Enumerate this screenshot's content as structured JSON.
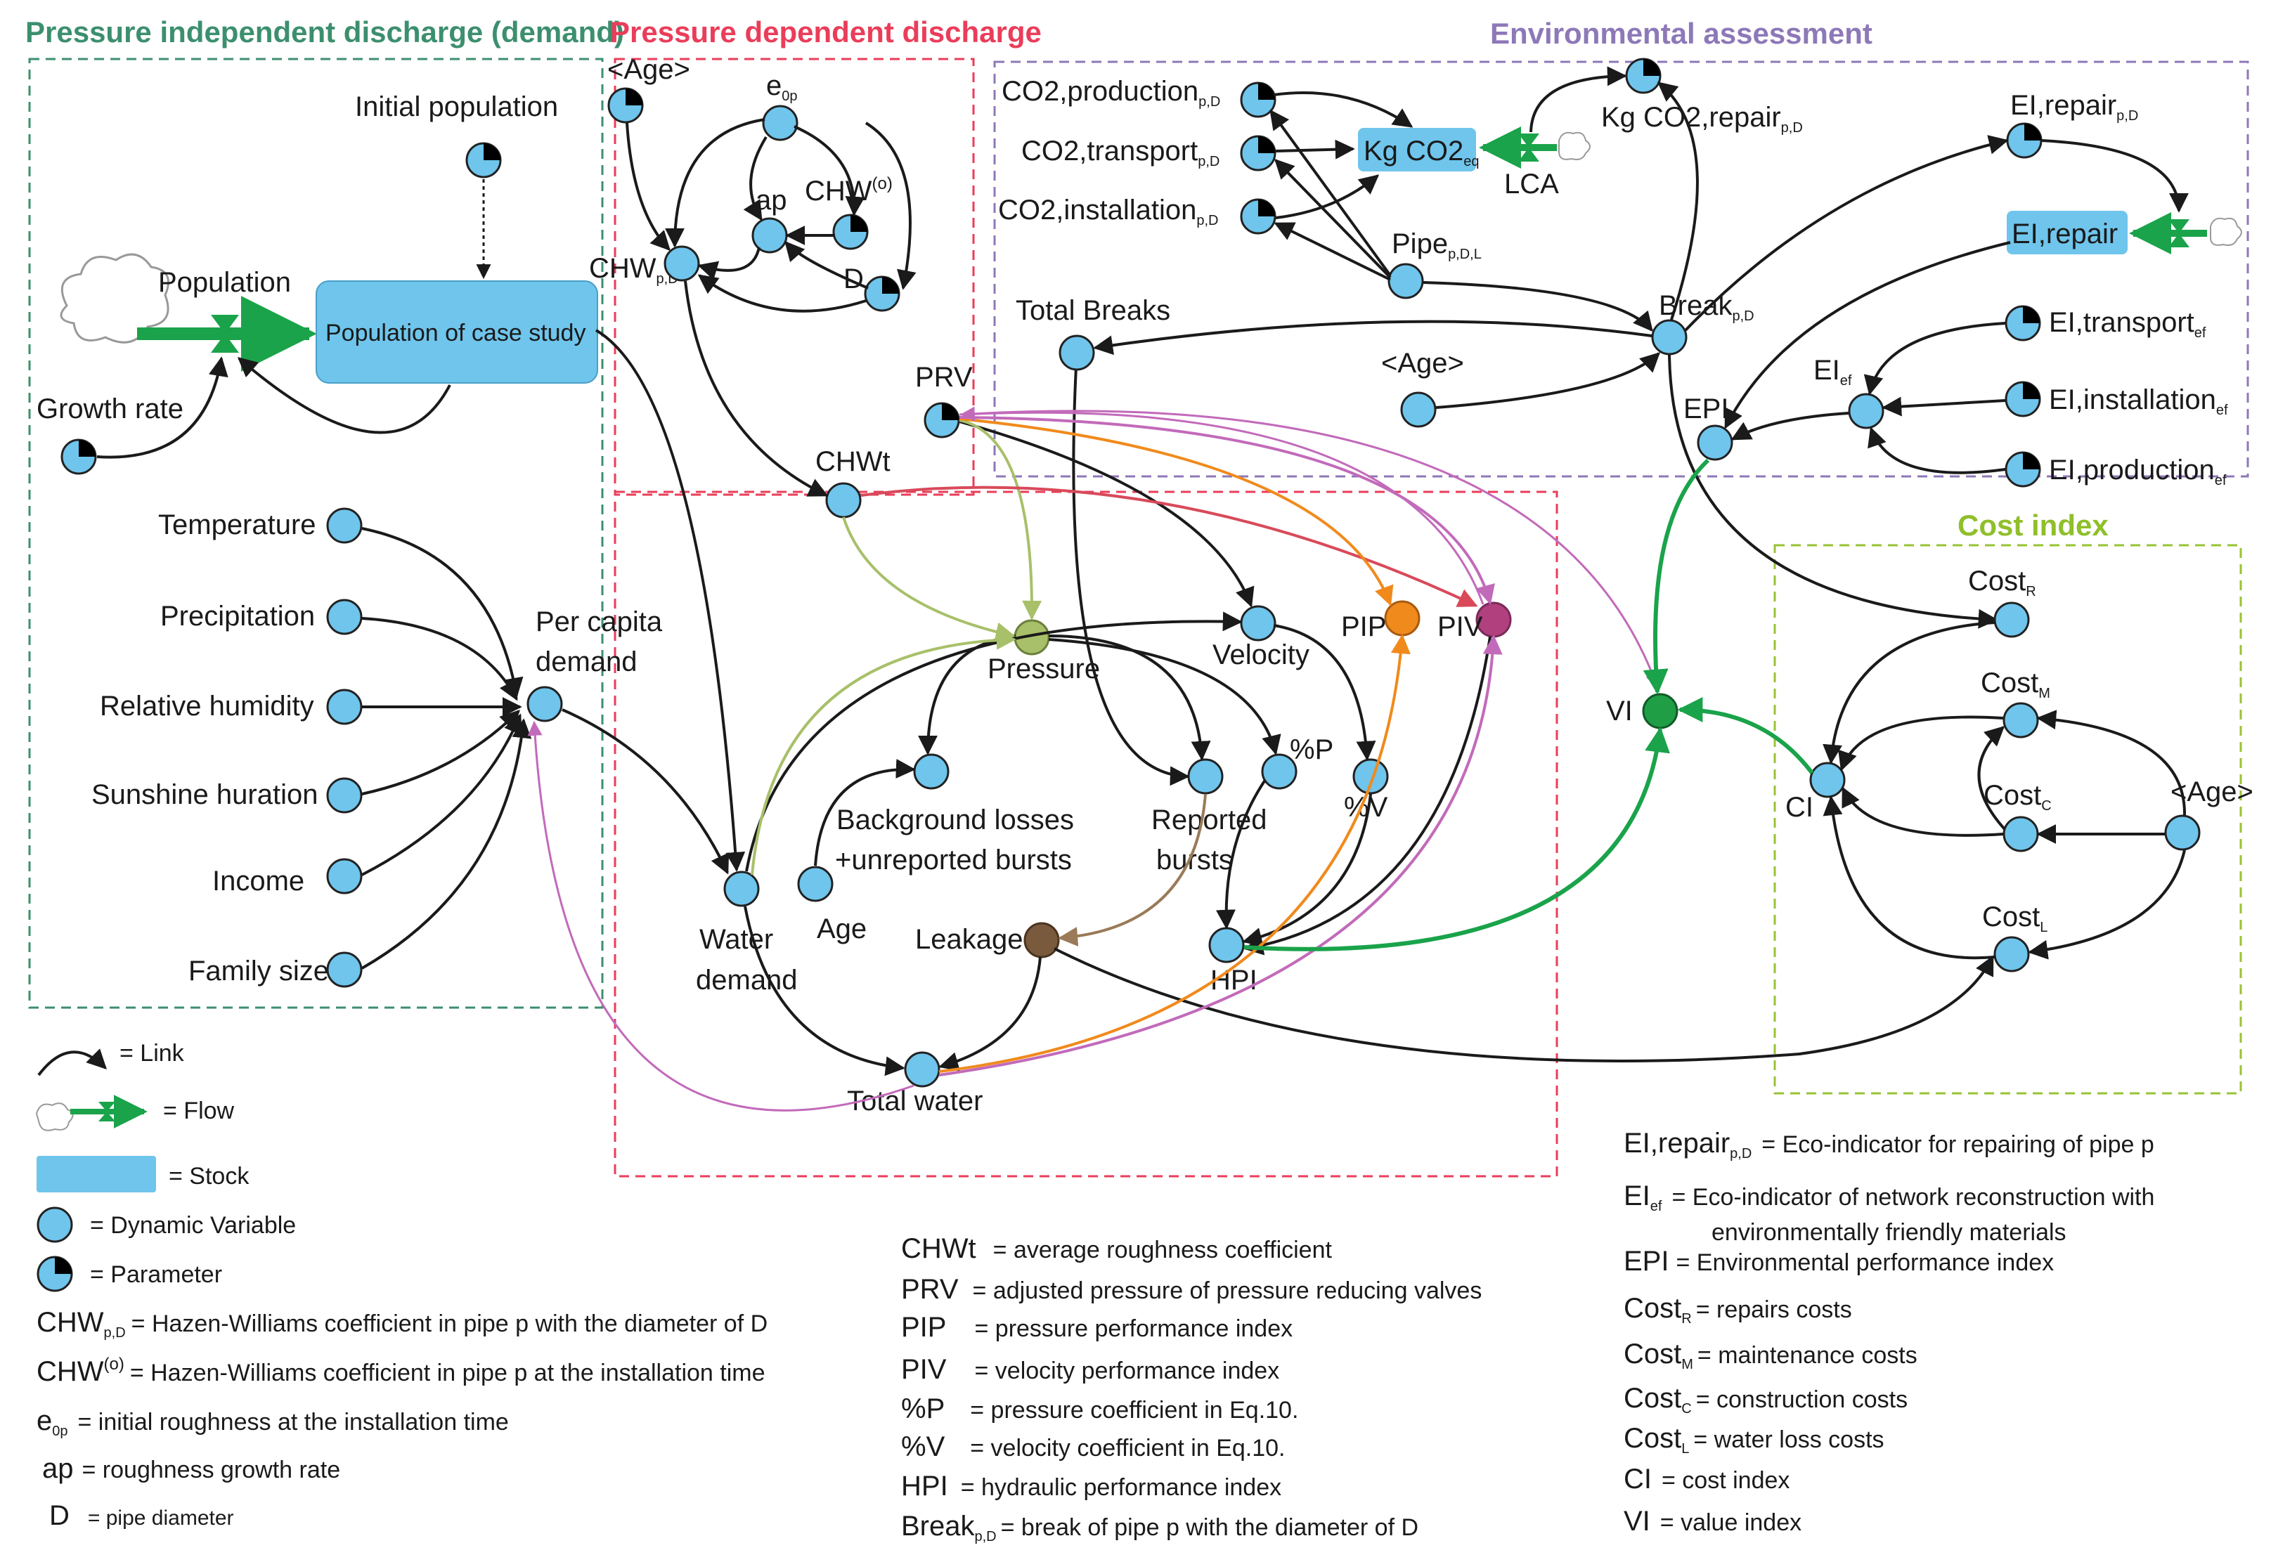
{
  "sections": {
    "demand": "Pressure independent discharge (demand)",
    "pressure": "Pressure dependent discharge",
    "environment": "Environmental assessment",
    "cost": "Cost index"
  },
  "colors": {
    "demand": "#3c8f6e",
    "pressure": "#ea3d5a",
    "environment": "#8d78b8",
    "cost": "#8fbf2a",
    "node": "#6fc5ec",
    "flow": "#1aa34a",
    "pip": "#f08a1c",
    "piv": "#b0407e",
    "pressure_node": "#a8c06a",
    "leakage": "#7a5a3c",
    "vi": "#1f9e45"
  },
  "nodes": {
    "initial_population": "Initial population",
    "population_flow": "Population",
    "population_stock": "Population of case study",
    "growth_rate": "Growth rate",
    "temperature": "Temperature",
    "precipitation": "Precipitation",
    "relative_humidity": "Relative humidity",
    "sunshine": "Sunshine huration",
    "income": "Income",
    "family_size": "Family size",
    "per_capita_1": "Per capita",
    "per_capita_2": "demand",
    "age_top": "<Age>",
    "e0p": "e",
    "e0p_sub": "0p",
    "ap": "ap",
    "chw0": "CHW",
    "chw0_sup": "(o)",
    "d": "D",
    "chwpd": "CHW",
    "chwpd_sub": "p,D",
    "chwt": "CHWt",
    "prv": "PRV",
    "pressure": "Pressure",
    "velocity": "Velocity",
    "pip": "PIP",
    "piv": "PIV",
    "pct_p": "%P",
    "pct_v": "%V",
    "background_1": "Background losses",
    "background_2": "+unreported bursts",
    "reported_1": "Reported",
    "reported_2": "bursts",
    "age_mid": "Age",
    "leakage": "Leakage",
    "hpi": "HPI",
    "water_demand_1": "Water",
    "water_demand_2": "demand",
    "total_water": "Total water",
    "total_breaks": "Total Breaks",
    "co2_production": "CO2,production",
    "co2_transport": "CO2,transport",
    "co2_installation": "CO2,installation",
    "co2_sub": "p,D",
    "kg_co2": "Kg CO2",
    "kg_co2_sub": "eq",
    "lca": "LCA",
    "kg_co2_repair": "Kg CO2,repair",
    "kg_co2_repair_sub": "p,D",
    "pipe": "Pipe",
    "pipe_sub": "p,D,L",
    "break": "Break",
    "break_sub": "p,D",
    "age_env": "<Age>",
    "ei_repair_pd": "EI,repair",
    "ei_repair_pd_sub": "p,D",
    "ei_repair_stock": "EI,repair",
    "ei_transport": "EI,transport",
    "ei_installation": "EI,installation",
    "ei_production": "EI,production",
    "ef_sub": "ef",
    "ei_ef": "EI",
    "epi": "EPI",
    "vi": "VI",
    "ci": "CI",
    "cost_r": "Cost",
    "cost_r_sub": "R",
    "cost_m": "Cost",
    "cost_m_sub": "M",
    "cost_c": "Cost",
    "cost_c_sub": "C",
    "cost_l": "Cost",
    "cost_l_sub": "L",
    "age_cost": "<Age>"
  },
  "legend_symbols": {
    "link": "= Link",
    "flow": "= Flow",
    "stock": "= Stock",
    "dynamic": "= Dynamic Variable",
    "parameter": "= Parameter"
  },
  "legend_left": [
    {
      "term": "CHW",
      "sub": "p,D",
      "sup": "",
      "def": "= Hazen-Williams coefficient in pipe p with the diameter of D"
    },
    {
      "term": "CHW",
      "sub": "",
      "sup": "(o)",
      "def": "= Hazen-Williams coefficient in pipe p at the installation time"
    },
    {
      "term": "e",
      "sub": "0p",
      "sup": "",
      "def": "= initial roughness at the installation time"
    },
    {
      "term": "ap",
      "sub": "",
      "sup": "",
      "def": "= roughness growth rate"
    },
    {
      "term": "D",
      "sub": "",
      "sup": "",
      "def": "= pipe diameter"
    }
  ],
  "legend_mid": [
    {
      "term": "CHWt",
      "sub": "",
      "def": "= average roughness coefficient"
    },
    {
      "term": "PRV",
      "sub": "",
      "def": "= adjusted pressure of pressure reducing valves"
    },
    {
      "term": "PIP",
      "sub": "",
      "def": "= pressure performance index"
    },
    {
      "term": "PIV",
      "sub": "",
      "def": "= velocity performance index"
    },
    {
      "term": "%P",
      "sub": "",
      "def": "= pressure coefficient in Eq.10."
    },
    {
      "term": "%V",
      "sub": "",
      "def": "= velocity coefficient in Eq.10."
    },
    {
      "term": "HPI",
      "sub": "",
      "def": "= hydraulic performance index"
    },
    {
      "term": "Break",
      "sub": "p,D",
      "def": "= break of pipe p with the diameter of D"
    }
  ],
  "legend_right": [
    {
      "term": "EI,repair",
      "sub": "p,D",
      "def": "= Eco-indicator for repairing of pipe p",
      "def2": ""
    },
    {
      "term": "EI",
      "sub": "ef",
      "def": "= Eco-indicator of network reconstruction with",
      "def2": "environmentally friendly materials"
    },
    {
      "term": "EPI",
      "sub": "",
      "def": "= Environmental performance index",
      "def2": ""
    },
    {
      "term": "Cost",
      "sub": "R",
      "def": "= repairs costs",
      "def2": ""
    },
    {
      "term": "Cost",
      "sub": "M",
      "def": "= maintenance costs",
      "def2": ""
    },
    {
      "term": "Cost",
      "sub": "C",
      "def": "= construction costs",
      "def2": ""
    },
    {
      "term": "Cost",
      "sub": "L",
      "def": "= water loss costs",
      "def2": ""
    },
    {
      "term": "CI",
      "sub": "",
      "def": "= cost index",
      "def2": ""
    },
    {
      "term": "VI",
      "sub": "",
      "def": "= value index",
      "def2": ""
    }
  ]
}
